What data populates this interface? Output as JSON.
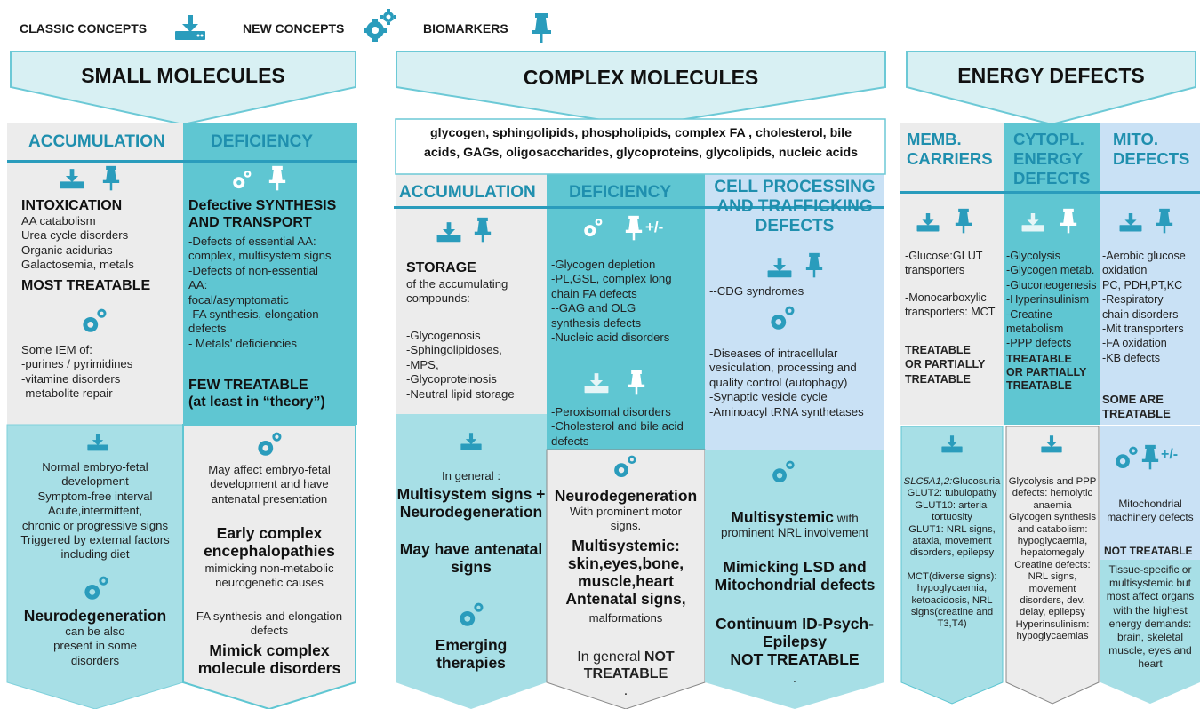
{
  "legend": {
    "classic": "CLASSIC CONCEPTS",
    "new": "NEW  CONCEPTS",
    "biomarkers": "BIOMARKERS"
  },
  "colors": {
    "teal_dark": "#5fc6d2",
    "teal_light": "#a7dfe6",
    "gray_light": "#ececec",
    "blue_pale": "#c9e1f5",
    "accent": "#2a9cbc",
    "banner_fill": "#d8f0f3"
  },
  "small": {
    "title": "SMALL MOLECULES",
    "accumulation": {
      "head": "ACCUMULATION",
      "intox_title": "INTOXICATION",
      "intox_items": [
        "AA catabolism",
        "Urea cycle disorders",
        "Organic acidurias",
        "Galactosemia, metals"
      ],
      "most_treatable": "MOST TREATABLE",
      "some_iem": "Some IEM of:",
      "iem_items": [
        "-purines / pyrimidines",
        "-vitamine disorders",
        "-metabolite repair"
      ],
      "bottom_lines": [
        "Normal embryo-fetal",
        "development",
        "Symptom-free interval",
        "Acute,intermittent,",
        "chronic or progressive signs",
        "Triggered by external factors",
        "including diet"
      ],
      "neuro": "Neurodegeneration",
      "neuro_sub": [
        "can be also",
        "present in some",
        "disorders"
      ]
    },
    "deficiency": {
      "head": "DEFICIENCY",
      "title1": "Defective SYNTHESIS",
      "title2": "AND TRANSPORT",
      "items": [
        "-Defects of essential AA:",
        "complex, multisystem signs",
        "-Defects of non-essential",
        "AA:",
        "focal/asymptomatic",
        "-FA synthesis, elongation",
        "defects",
        "- Metals' deficiencies"
      ],
      "few1": "FEW TREATABLE",
      "few2": "(at least in “theory”)",
      "bottom_lines": [
        "May affect embryo-fetal",
        "development and have",
        "antenatal presentation"
      ],
      "early": [
        "Early complex",
        "encephalopathies"
      ],
      "mimicking": [
        "mimicking non-metabolic",
        "neurogenetic causes"
      ],
      "fa": [
        "FA synthesis and elongation",
        "defects"
      ],
      "mimic": [
        "Mimick complex",
        "molecule disorders"
      ]
    }
  },
  "complex": {
    "title": "COMPLEX MOLECULES",
    "box_lines": [
      "glycogen, sphingolipids, phospholipids, complex FA , cholesterol, bile",
      "acids, GAGs, oligosaccharides, glycoproteins, glycolipids,  nucleic acids"
    ],
    "accumulation": {
      "head": "ACCUMULATION",
      "storage": "STORAGE",
      "storage_sub": [
        "of the accumulating",
        "compounds:"
      ],
      "items": [
        "-Glycogenosis",
        "-Sphingolipidoses,",
        "-MPS,",
        "-Glycoproteinosis",
        "-Neutral lipid storage"
      ],
      "in_general": "In general :",
      "multi": [
        "Multisystem signs +",
        "Neurodegeneration"
      ],
      "antenatal": [
        "May have antenatal",
        "signs"
      ],
      "emerging": [
        "Emerging",
        "therapies"
      ]
    },
    "deficiency": {
      "head": "DEFICIENCY",
      "plusminus": "+/-",
      "items": [
        "-Glycogen depletion",
        "-PL,GSL, complex long",
        "chain  FA defects",
        "--GAG and OLG",
        "synthesis defects",
        "-Nucleic acid disorders"
      ],
      "items2": [
        "-Peroxisomal disorders",
        "-Cholesterol and bile acid",
        "defects"
      ],
      "neuro": "Neurodegeneration",
      "neuro_sub": [
        "With prominent motor",
        "signs."
      ],
      "multi": [
        "Multisystemic:",
        "skin,eyes,bone,",
        "muscle,heart",
        "Antenatal signs,"
      ],
      "malf": "malformations",
      "in_general": "In general ",
      "not": "NOT",
      "treatable": "TREATABLE",
      "dot": "."
    },
    "cell": {
      "head": [
        "CELL PROCESSING",
        "AND TRAFFICKING",
        "DEFECTS"
      ],
      "cdg": "--CDG syndromes",
      "items": [
        "-Diseases of intracellular",
        "vesiculation, processing and",
        "quality control (autophagy)",
        "-Synaptic vesicle cycle",
        "-Aminoacyl tRNA synthetases"
      ],
      "multi_b": "Multisystemic",
      "multi_rest": " with",
      "multi_sub": "prominent NRL involvement",
      "mimicking": [
        "Mimicking LSD and",
        "Mitochondrial defects"
      ],
      "continuum": [
        "Continuum ID-Psych-",
        "Epilepsy",
        "NOT TREATABLE"
      ],
      "dot": "."
    }
  },
  "energy": {
    "title": "ENERGY DEFECTS",
    "memb": {
      "head": [
        "MEMB.",
        "CARRIERS"
      ],
      "items": [
        "-Glucose:GLUT",
        "transporters",
        "",
        "-Monocarboxylic",
        "transporters: MCT"
      ],
      "treat": [
        "TREATABLE",
        "OR PARTIALLY",
        "TREATABLE"
      ],
      "bottom": [
        "SLC5A1,2:",
        "Glucosuria",
        "GLUT2: tubulopathy",
        "GLUT10: arterial",
        "tortuosity",
        "GLUT1: NRL signs,",
        "ataxia, movement",
        "disorders, epilepsy",
        "",
        "MCT(diverse signs):",
        "hypoglycaemia,",
        "ketoacidosis, NRL",
        "signs(creatine and",
        "T3,T4)"
      ]
    },
    "cyto": {
      "head": [
        "CYTOPL.",
        "ENERGY",
        "DEFECTS"
      ],
      "items": [
        "-Glycolysis",
        "-Glycogen metab.",
        "-Gluconeogenesis",
        "-Hyperinsulinism",
        "-Creatine",
        "metabolism",
        "-PPP defects"
      ],
      "treat": [
        "TREATABLE",
        "OR PARTIALLY",
        "TREATABLE"
      ],
      "bottom": [
        "Glycolysis and PPP",
        "defects: hemolytic",
        "anaemia",
        "Glycogen synthesis",
        "and catabolism:",
        "hypoglycaemia,",
        "hepatomegaly",
        "Creatine defects:",
        "NRL signs,",
        "movement",
        "disorders, dev.",
        "delay, epilepsy",
        "Hyperinsulinism:",
        "hypoglycaemias"
      ]
    },
    "mito": {
      "head": [
        "MITO.",
        "DEFECTS"
      ],
      "items": [
        "-Aerobic glucose",
        "oxidation",
        "PC, PDH,PT,KC",
        "-Respiratory",
        "chain disorders",
        "-Mit transporters",
        "-FA oxidation",
        "-KB defects"
      ],
      "some": [
        "SOME ARE",
        "TREATABLE"
      ],
      "plusminus": "+/-",
      "mito_mach": [
        "Mitochondrial",
        "machinery defects"
      ],
      "not": "NOT TREATABLE",
      "bottom": [
        "Tissue-specific or",
        "multisystemic but",
        "most affect organs",
        "with the highest",
        "energy demands:",
        "brain, skeletal",
        "muscle, eyes and",
        "heart"
      ]
    }
  }
}
